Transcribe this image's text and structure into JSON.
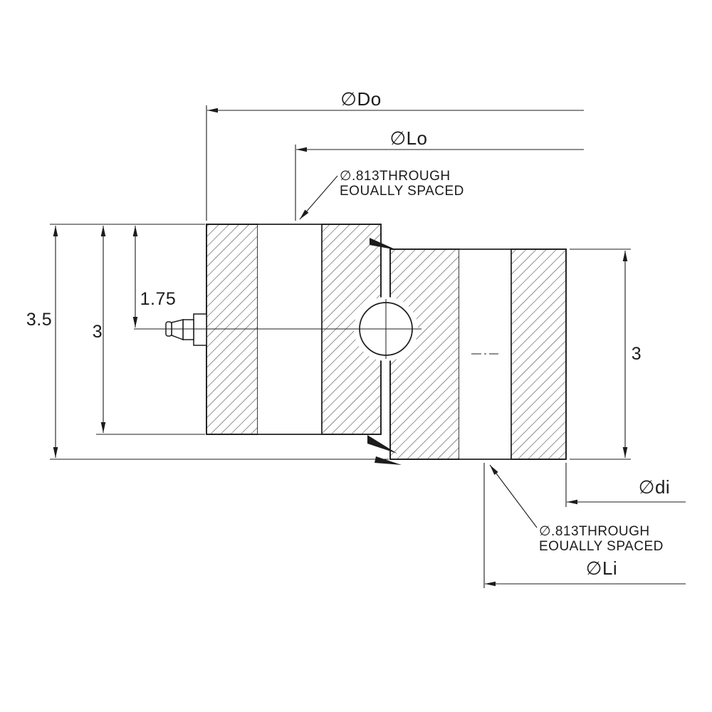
{
  "drawing": {
    "type": "bearing-cross-section",
    "dims": {
      "Do": "∅Do",
      "Lo": "∅Lo",
      "di": "∅di",
      "Li": "∅Li",
      "overall_height": "3.5",
      "outer_ring_height": "3",
      "center_height": "1.75",
      "inner_ring_height": "3"
    },
    "notes": {
      "outer_bolt_holes": {
        "line1": "∅.813THROUGH",
        "line2": "EOUALLY SPACED"
      },
      "inner_bolt_holes": {
        "line1": "∅.813THROUGH",
        "line2": "EOUALLY SPACED"
      }
    },
    "colors": {
      "line": "#1c1c1c",
      "hatch": "#4d4d4d",
      "background": "#ffffff"
    }
  }
}
